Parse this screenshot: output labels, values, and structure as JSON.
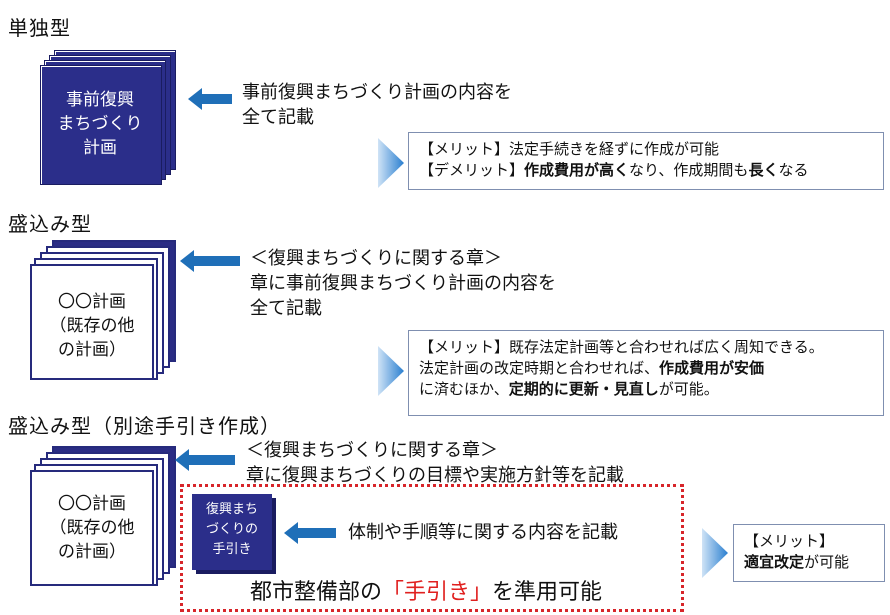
{
  "sections": {
    "s1": {
      "title": "単独型",
      "doc_lines": [
        "事前復興",
        "まちづくり",
        "計画"
      ],
      "desc_lines": [
        "事前復興まちづくり計画の内容を",
        "全て記載"
      ],
      "box": {
        "merit_tag": "【メリット】",
        "merit_text": "法定手続きを経ずに作成が可能",
        "demerit_tag": "【デメリット】",
        "demerit_bold1": "作成費用が高く",
        "demerit_mid": "なり、作成期間も",
        "demerit_bold2": "長く",
        "demerit_end": "なる"
      }
    },
    "s2": {
      "title": "盛込み型",
      "doc_lines": [
        "〇〇計画",
        "（既存の他",
        "の計画）"
      ],
      "desc_lines": [
        "＜復興まちづくりに関する章＞",
        "章に事前復興まちづくり計画の内容を",
        "全て記載"
      ],
      "box": {
        "line1_tag": "【メリット】",
        "line1_text": "既存法定計画等と合わせれば広く周知できる。",
        "line2_pre": "法定計画の改定時期と合わせれば、",
        "line2_bold": "作成費用が安価",
        "line3_pre": "に済むほか、",
        "line3_bold": "定期的に更新・見直し",
        "line3_end": "が可能。"
      }
    },
    "s3": {
      "title": "盛込み型（別途手引き作成）",
      "doc_lines": [
        "〇〇計画",
        "（既存の他",
        "の計画）"
      ],
      "desc_lines": [
        "＜復興まちづくりに関する章＞",
        "章に復興まちづくりの目標や実施方針等を記載"
      ],
      "guide_lines": [
        "復興まち",
        "づくりの",
        "手引き"
      ],
      "guide_desc": "体制や手順等に関する内容を記載",
      "bottom_pre": "都市整備部の",
      "bottom_red": "「手引き」",
      "bottom_post": "を準用可能",
      "box": {
        "merit_tag": "【メリット】",
        "merit_bold": "適宜改定",
        "merit_end": "が可能"
      }
    }
  },
  "colors": {
    "navy": "#2b2e8a",
    "arrow": "#1f6fb8",
    "red": "#e0201f"
  }
}
